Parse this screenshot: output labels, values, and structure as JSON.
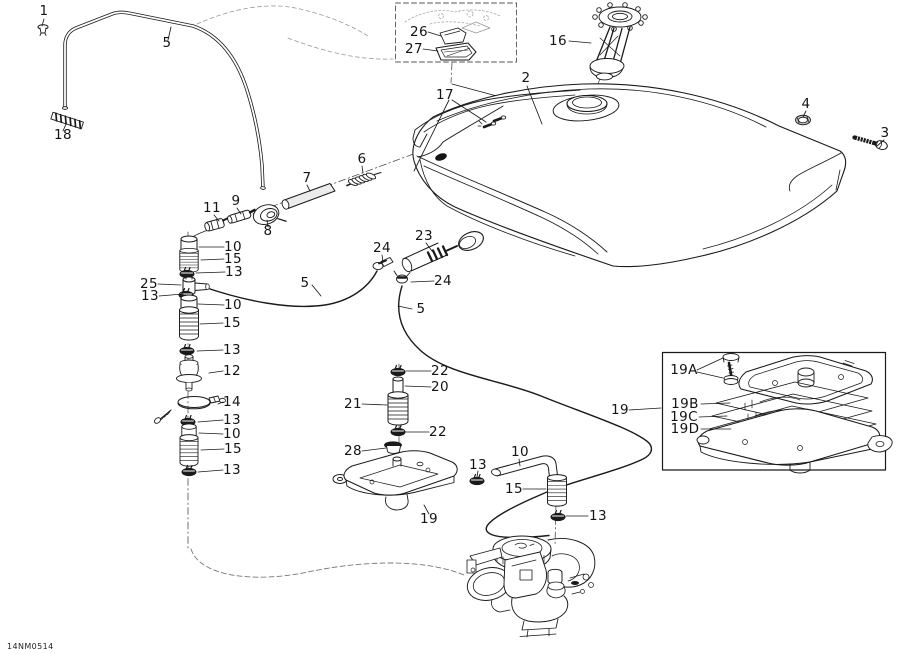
{
  "figure_code": "14NM0514",
  "callouts": [
    "1",
    "5",
    "18",
    "26",
    "27",
    "16",
    "2",
    "17",
    "4",
    "3",
    "6",
    "7",
    "9",
    "11",
    "8",
    "10",
    "15",
    "13",
    "25",
    "13",
    "24",
    "23",
    "24",
    "5",
    "5",
    "10",
    "15",
    "13",
    "12",
    "14",
    "13",
    "10",
    "15",
    "13",
    "22",
    "20",
    "21",
    "22",
    "28",
    "19",
    "19A",
    "19B",
    "19C",
    "19D",
    "13",
    "10",
    "15",
    "13",
    "19"
  ]
}
